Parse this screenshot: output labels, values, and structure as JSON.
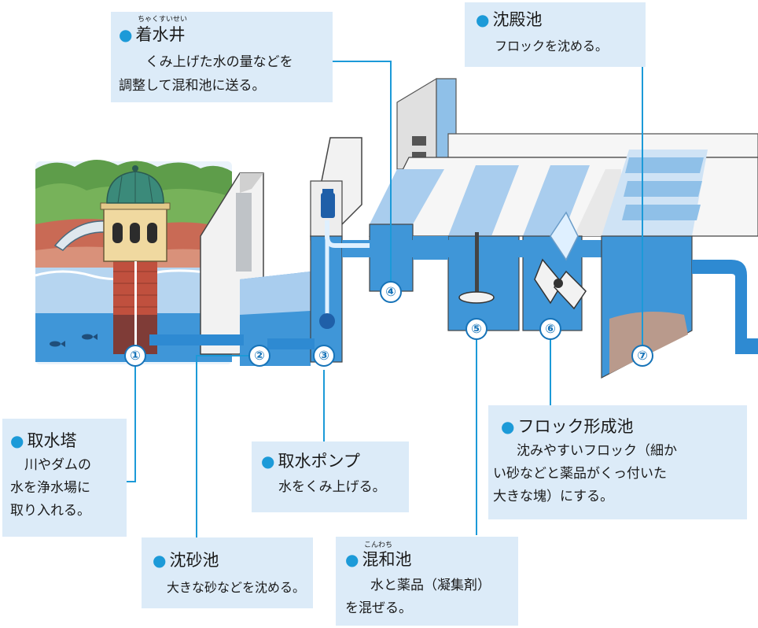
{
  "stations": [
    {
      "id": "1",
      "number_label": "①",
      "title": "取水塔",
      "ruby": "",
      "desc": [
        "川やダムの",
        "水を浄水場に",
        "取り入れる。"
      ]
    },
    {
      "id": "2",
      "number_label": "②",
      "title": "沈砂池",
      "ruby": "",
      "desc": [
        "大きな砂などを沈める。"
      ]
    },
    {
      "id": "3",
      "number_label": "③",
      "title": "取水ポンプ",
      "ruby": "",
      "desc": [
        "水をくみ上げる。"
      ]
    },
    {
      "id": "4",
      "number_label": "④",
      "title": "着水井",
      "ruby": "ちゃくすいせい",
      "desc": [
        "くみ上げた水の量などを",
        "調整して混和池に送る。"
      ]
    },
    {
      "id": "5",
      "number_label": "⑤",
      "title": "混和池",
      "ruby": "こんわち",
      "desc": [
        "水と薬品（凝集剤）",
        "を混ぜる。"
      ]
    },
    {
      "id": "6",
      "number_label": "⑥",
      "title": "フロック形成池",
      "ruby": "",
      "desc": [
        "沈みやすいフロック（細か",
        "い砂などと薬品がくっ付いた",
        "大きな塊）にする。"
      ]
    },
    {
      "id": "7",
      "number_label": "⑦",
      "title": "沈殿池",
      "ruby": "",
      "desc": [
        "フロックを沈める。"
      ]
    }
  ],
  "colors": {
    "callout_bg": "#dcebf8",
    "leader_line": "#1c9ad8",
    "water": "#3f96d8",
    "water_light": "#a9cdee",
    "concrete": "#ececec",
    "concrete_side": "#bfc3c7",
    "pipe": "#2e8ad2",
    "dome": "#3b8a7a",
    "tower": "#f0d9a0",
    "brick": "#c0503e",
    "trees": "#5a9a4a"
  },
  "icons": [
    "fish-icon",
    "valve-icon",
    "pump-icon",
    "mixer-icon",
    "flocculator-paddle-icon",
    "sludge-icon"
  ]
}
